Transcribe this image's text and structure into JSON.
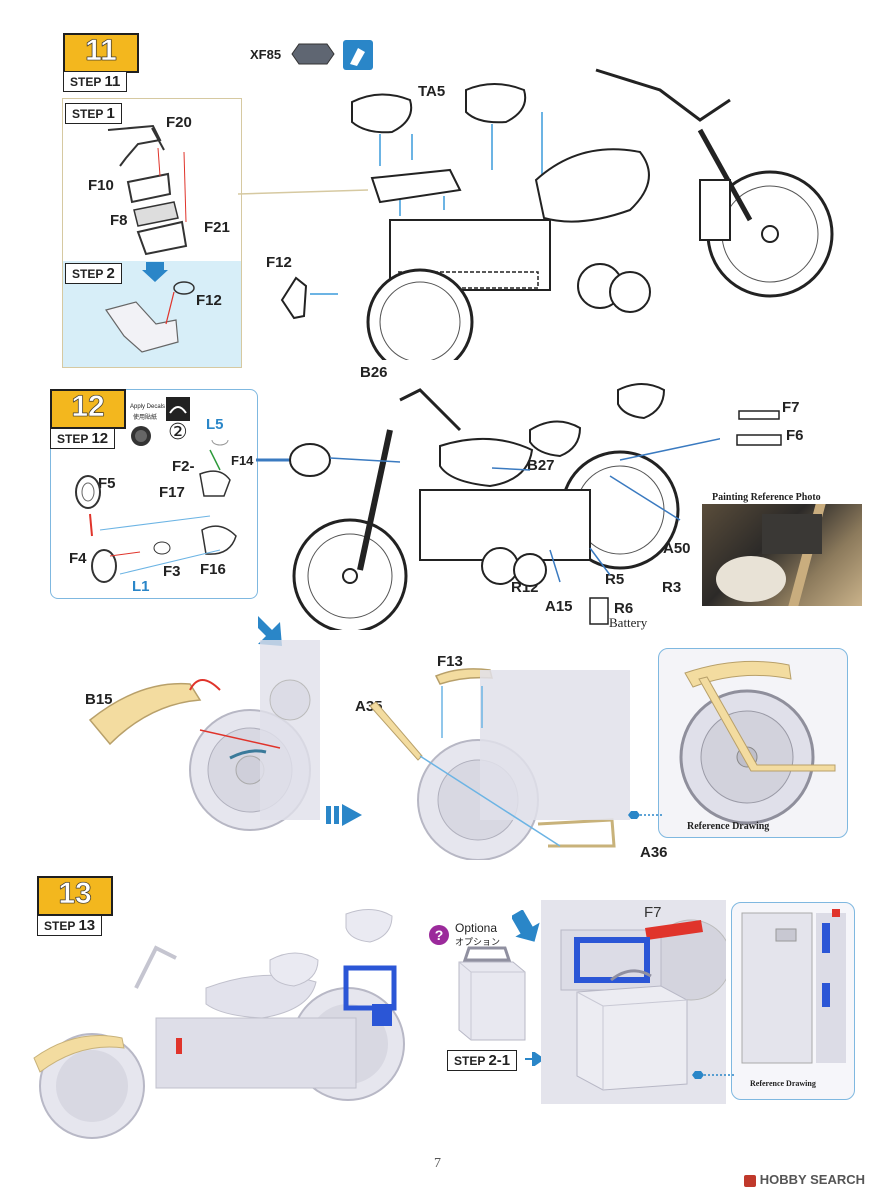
{
  "page": {
    "number": "7",
    "watermark": "HOBBY SEARCH"
  },
  "step11": {
    "badge": "11",
    "label": "STEP",
    "label_num": "11",
    "paint": "XF85",
    "sub1": {
      "label": "STEP",
      "num": "1",
      "parts": [
        "F20",
        "F10",
        "F8",
        "F21"
      ]
    },
    "sub2": {
      "label": "STEP",
      "num": "2",
      "parts": [
        "F12"
      ]
    },
    "main_parts": [
      "TA5",
      "F12"
    ]
  },
  "step12": {
    "badge": "12",
    "label": "STEP",
    "label_num": "12",
    "decal_en": "Apply Decals",
    "decal_jp": "使用貼紙",
    "decal_num": "②",
    "parts": [
      "L5",
      "F2-",
      "F14",
      "F17",
      "F5",
      "F4",
      "F3",
      "F16",
      "L1"
    ],
    "main_parts": [
      "B26",
      "F7",
      "F6",
      "B27",
      "A50",
      "R12",
      "R5",
      "R3",
      "A15",
      "R6"
    ],
    "battery": "Battery",
    "photo_caption": "Painting Reference Photo"
  },
  "fender": {
    "parts": [
      "B15",
      "F13",
      "A35",
      "A36"
    ],
    "ref_caption": "Reference Drawing"
  },
  "step13": {
    "badge": "13",
    "label": "STEP",
    "label_num": "13",
    "option_en": "Optiona",
    "option_jp": "オプション",
    "sub_step": {
      "label": "STEP",
      "num": "2-1"
    },
    "part": "F7",
    "ref_caption": "Reference Drawing"
  },
  "colors": {
    "accent": "#f3b71e",
    "blue": "#2a86c8",
    "frame": "#d6c9a1",
    "red": "#e0342b"
  }
}
